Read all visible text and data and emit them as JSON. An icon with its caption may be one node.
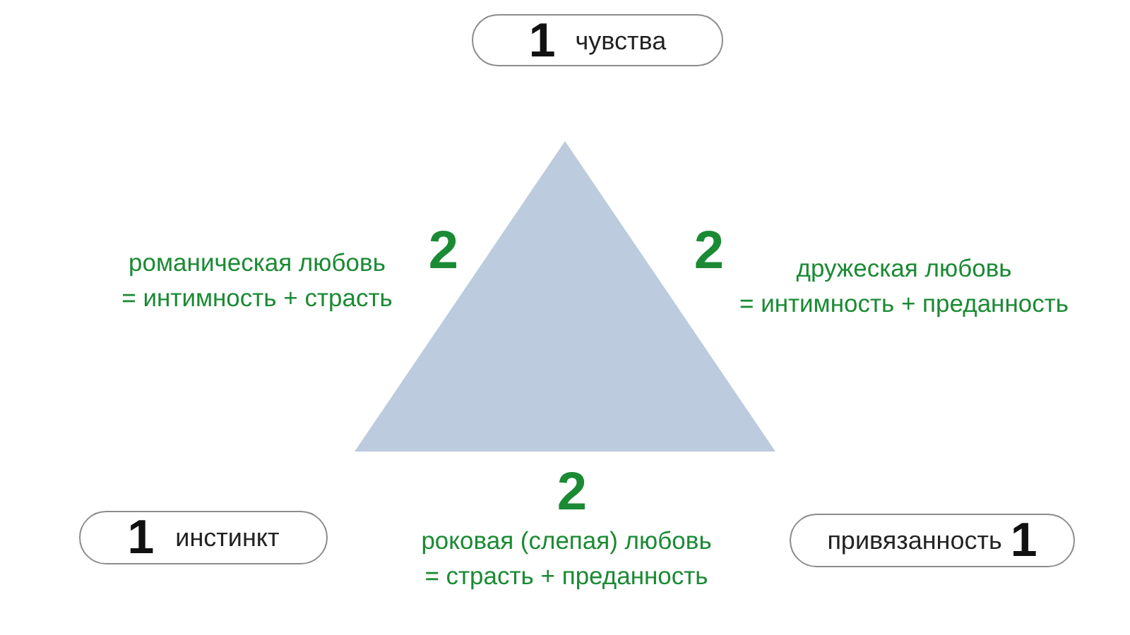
{
  "diagram": {
    "nodes": [
      {
        "text": [
          "1",
          "чувства"
        ]
      },
      {
        "text": [],
        "shape": "triangle"
      },
      {
        "text": [
          "1",
          "инстинкт"
        ]
      },
      {
        "text": [
          "привязанность",
          "1"
        ]
      }
    ],
    "labels": [
      "романическая любовь = интимность + страсть",
      "2",
      "2",
      "дружеская любовь = интимность + преданность",
      "2",
      "роковая (слепая) любовь = страсть + преданность"
    ]
  }
}
